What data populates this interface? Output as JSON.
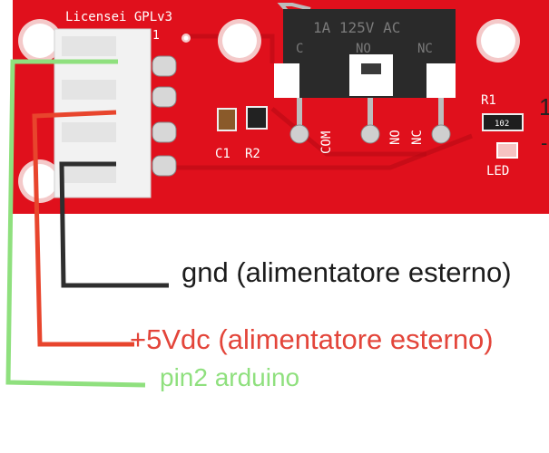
{
  "board": {
    "silkscreen_title": "Licensei GPLv3",
    "connector_ref_fragment": "1",
    "switch_rating": "1A 125V AC",
    "switch_pins": [
      "C",
      "NO",
      "NC"
    ],
    "pin_labels": [
      "COM",
      "NO",
      "NC"
    ],
    "components": [
      "C1",
      "R2",
      "R1",
      "LED"
    ],
    "resistor_code": "102",
    "color_pcb": "#e0101c",
    "color_connector": "#f2f2f2",
    "color_switch": "#2a2a2a"
  },
  "wires": {
    "gnd_color": "#2e2e2e",
    "vcc_color": "#e8452d",
    "signal_color": "#8fe07e"
  },
  "labels": {
    "gnd": "gnd (alimentatore esterno)",
    "vcc": "+5Vdc (alimentatore esterno)",
    "signal": "pin2 arduino"
  },
  "edge_fragments": {
    "digit": "1",
    "dash": "-"
  }
}
